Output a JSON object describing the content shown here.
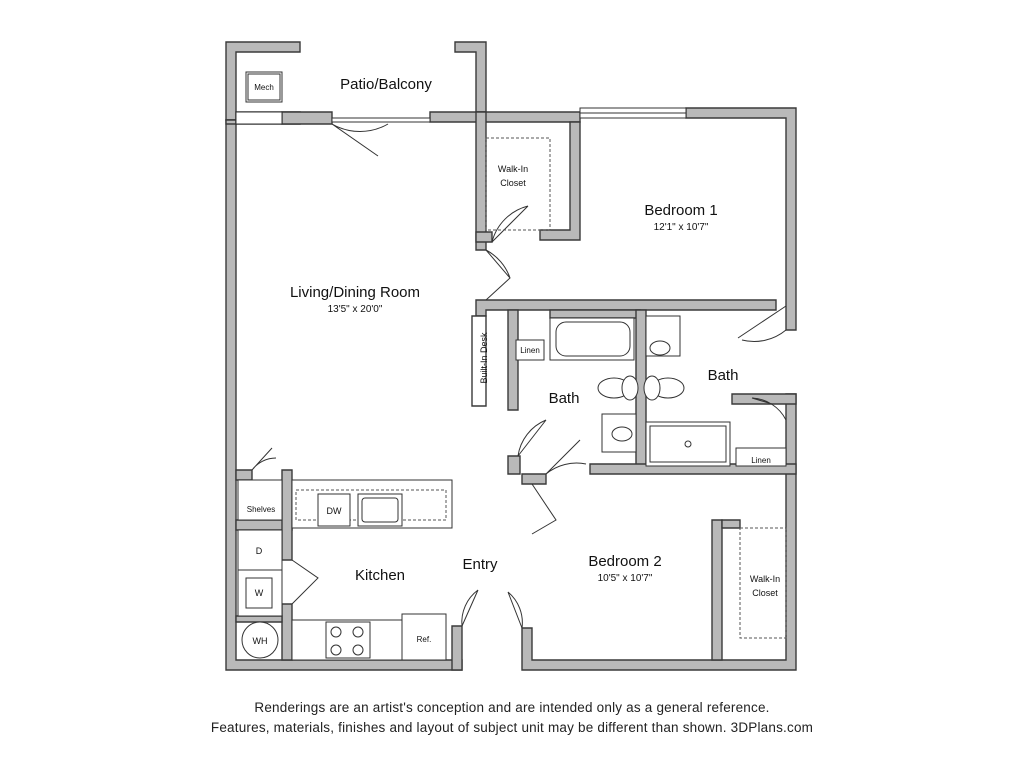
{
  "rooms": {
    "patio": "Patio/Balcony",
    "mech": "Mech",
    "walkin1": [
      "Walk-In",
      "Closet"
    ],
    "bedroom1": {
      "name": "Bedroom 1",
      "dim": "12'1\" x 10'7\""
    },
    "living": {
      "name": "Living/Dining Room",
      "dim": "13'5\" x 20'0\""
    },
    "builtin_desk": "Built-In Desk",
    "linen1": "Linen",
    "bath1": "Bath",
    "bath2": "Bath",
    "linen2": "Linen",
    "shelves": "Shelves",
    "dw": "DW",
    "dryer": "D",
    "washer": "W",
    "wh": "WH",
    "kitchen": "Kitchen",
    "entry": "Entry",
    "ref": "Ref.",
    "bedroom2": {
      "name": "Bedroom 2",
      "dim": "10'5\" x 10'7\""
    },
    "walkin2": [
      "Walk-In",
      "Closet"
    ]
  },
  "disclaimer": {
    "line1": "Renderings are an artist's conception and are intended only as a general reference.",
    "line2": "Features, materials, finishes and layout of subject unit may be different than shown. 3DPlans.com"
  }
}
